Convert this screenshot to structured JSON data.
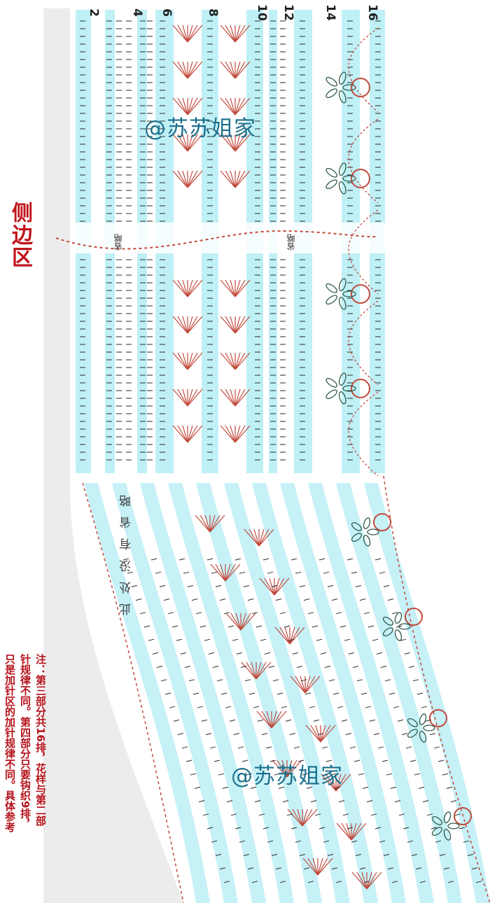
{
  "section_title": "侧边区",
  "row_numbers": [
    "2",
    "4",
    "6",
    "8",
    "10",
    "12",
    "14",
    "16"
  ],
  "watermark": "@苏苏姐家",
  "omitted_label": "省略",
  "middle_note": "此处没有省略",
  "note_lines": [
    "注：第三部分共16排，花样与第二部",
    "针规律不同。第四部分只要钩织9排，",
    "只是加针区的加针规律不同。具体参考"
  ],
  "colors": {
    "band": "#bff0f6",
    "stitch": "#2a2a2a",
    "accent": "#c24a3c",
    "title": "#c0141c",
    "watermark": "#1d6f8c",
    "panel": "#ececec"
  }
}
